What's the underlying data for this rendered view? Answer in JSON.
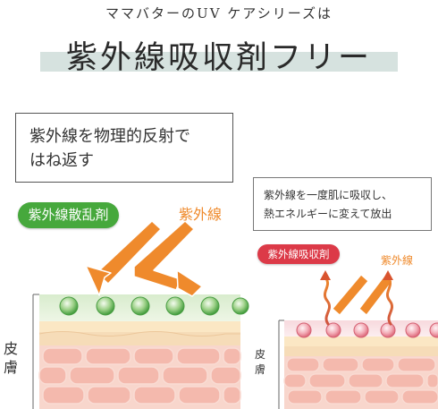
{
  "header": {
    "subtitle": "ママバターのUV ケアシリーズは",
    "title": "紫外線吸収剤フリー"
  },
  "left_panel": {
    "caption_line1": "紫外線を物理的反射で",
    "caption_line2": "はね返す",
    "badge": "紫外線散乱剤",
    "uv_label": "紫外線",
    "skin_label": "皮膚"
  },
  "right_panel": {
    "caption_line1": "紫外線を一度肌に吸収し、",
    "caption_line2": "熱エネルギーに変えて放出",
    "badge": "紫外線吸収剤",
    "uv_label": "紫外線",
    "skin_label": "皮膚"
  },
  "colors": {
    "accent_orange": "#ef8a2c",
    "scatter_green": "#46a83c",
    "absorb_red": "#dc3a48",
    "skin_pink": "#f8d7cf",
    "skin_yellow": "#fbe9c8",
    "title_band": "#d6e2df"
  }
}
